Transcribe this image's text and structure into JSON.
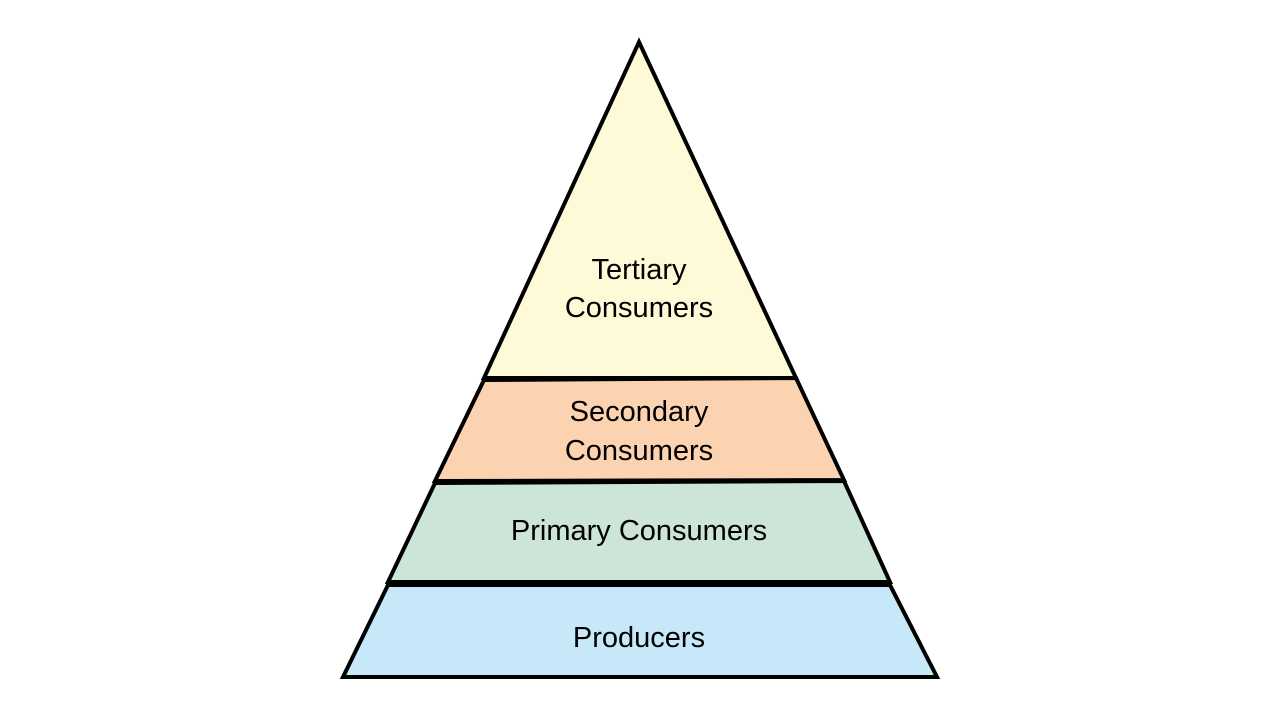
{
  "diagram": {
    "type": "trophic-pyramid",
    "levels": [
      {
        "line1": "Tertiary",
        "line2": "Consumers",
        "color": "#fef9d6"
      },
      {
        "line1": "Secondary",
        "line2": "Consumers",
        "color": "#fbd3b1"
      },
      {
        "line1": "Primary Consumers",
        "color": "#cce5d6"
      },
      {
        "line1": "Producers",
        "color": "#c7e8f8"
      }
    ]
  }
}
